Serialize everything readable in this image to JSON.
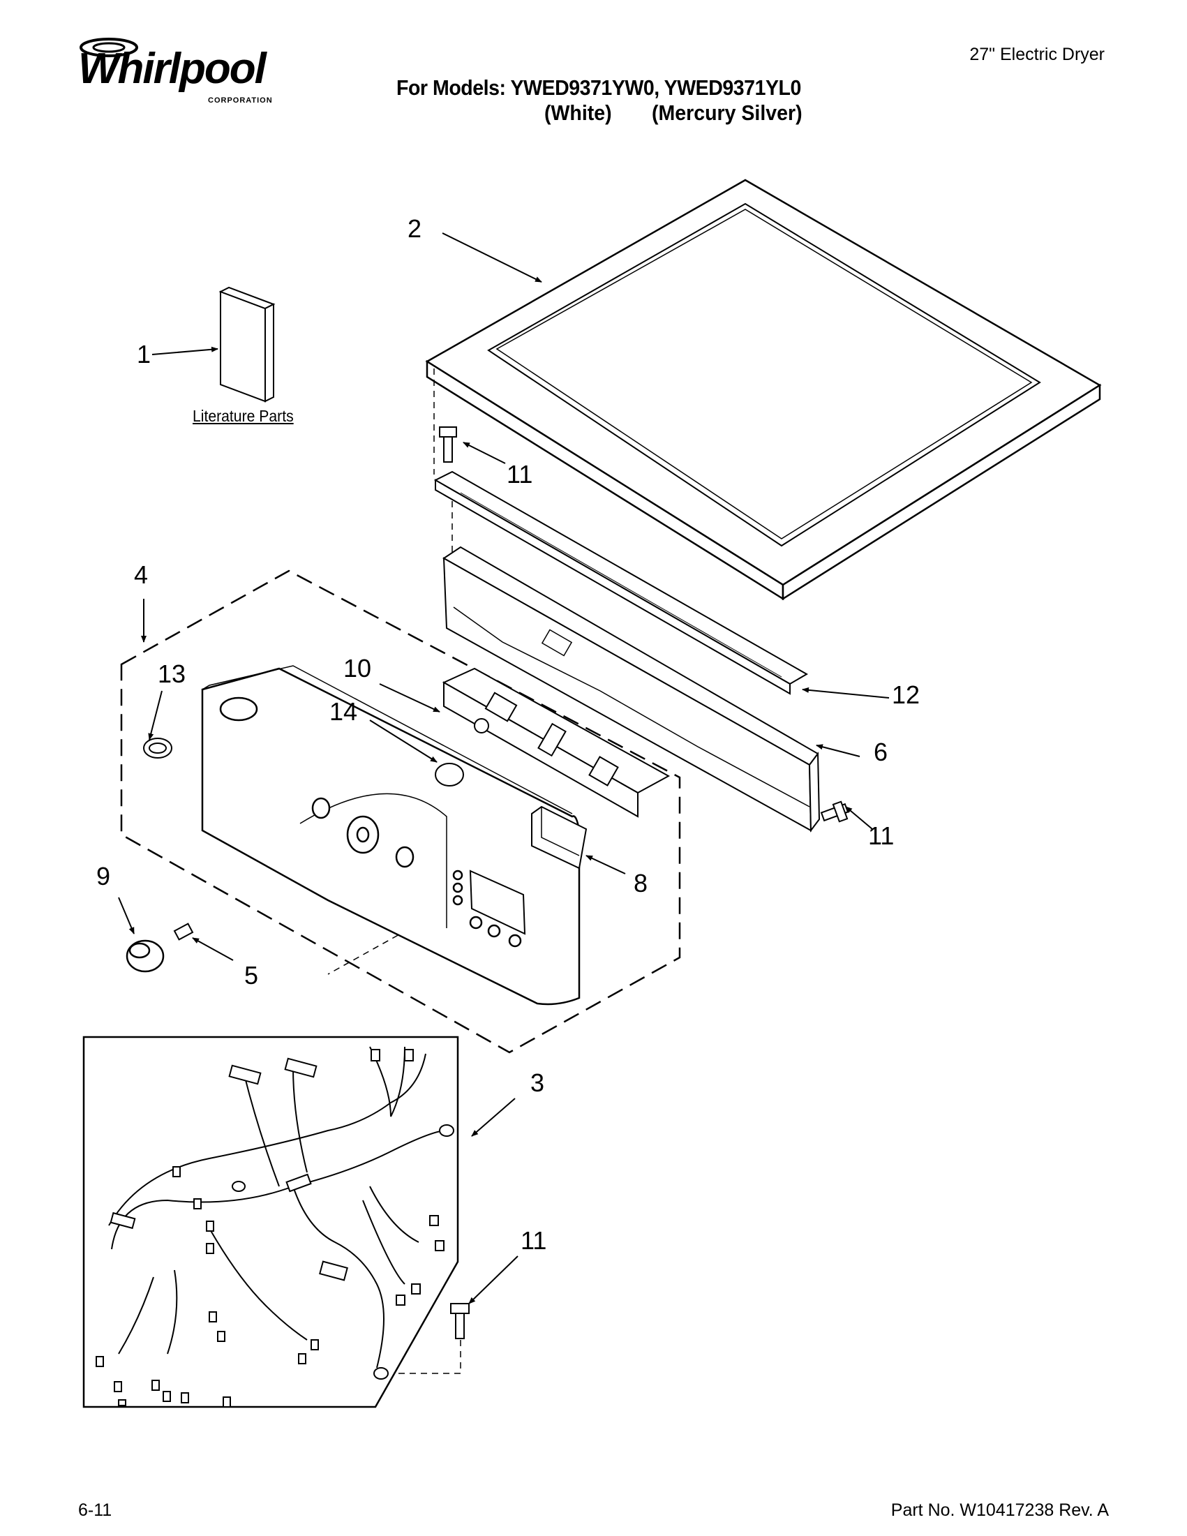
{
  "header": {
    "brand": "Whirlpool",
    "brand_sub": "CORPORATION",
    "doc_type": "27\" Electric Dryer",
    "models_line": "For Models: YWED9371YW0, YWED9371YL0",
    "variant_white": "(White)",
    "variant_silver": "(Mercury Silver)"
  },
  "literature_label": "Literature Parts",
  "callouts": {
    "c1": "1",
    "c2": "2",
    "c3": "3",
    "c4": "4",
    "c5": "5",
    "c6": "6",
    "c8": "8",
    "c9": "9",
    "c10": "10",
    "c11a": "11",
    "c11b": "11",
    "c11c": "11",
    "c12": "12",
    "c13": "13",
    "c14": "14"
  },
  "footer": {
    "page": "6-11",
    "part_number": "Part No. W10417238 Rev. A"
  }
}
